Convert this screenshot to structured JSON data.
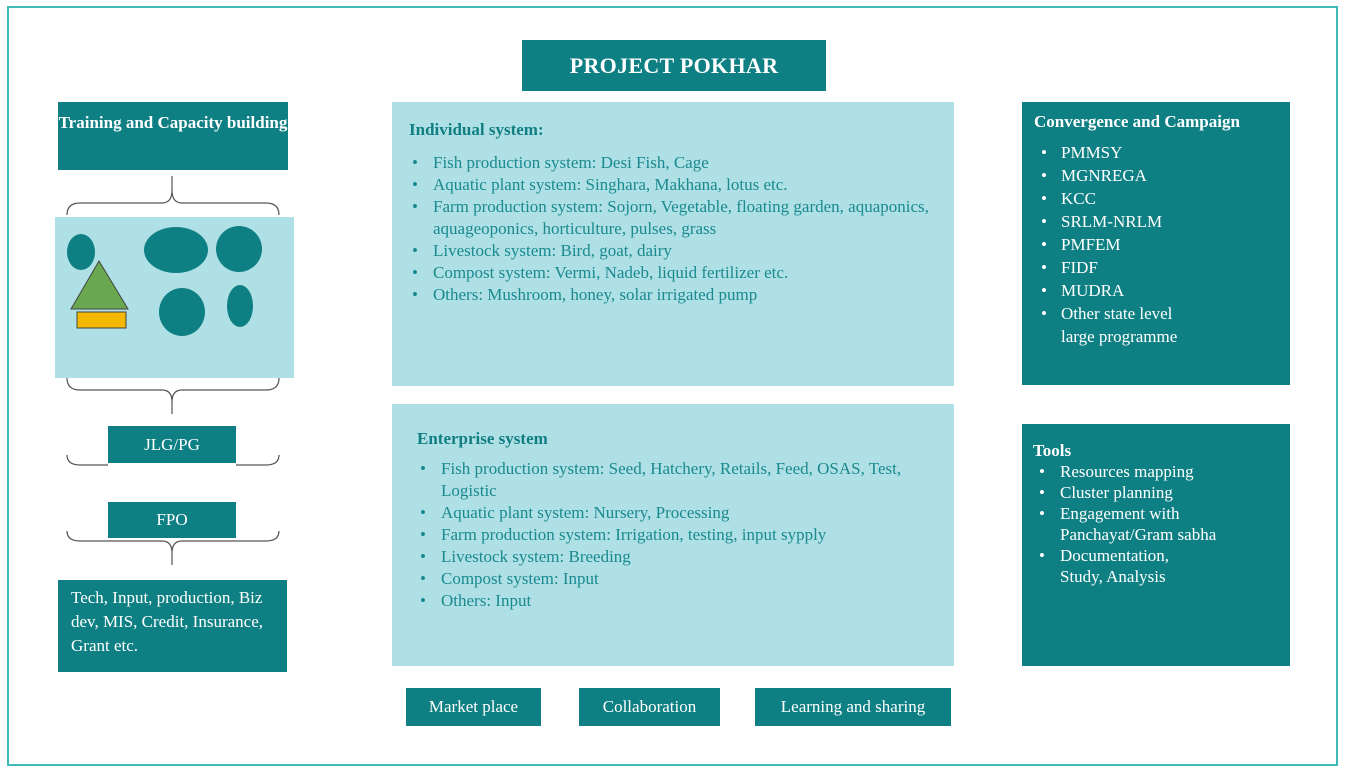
{
  "title": "PROJECT POKHAR",
  "left": {
    "training": "Training and Capacity building",
    "jlg": "JLG/PG",
    "fpo": "FPO",
    "services": "Tech, Input, production, Biz dev, MIS, Credit, Insurance, Grant etc."
  },
  "individual": {
    "heading": "Individual system:",
    "items": [
      "Fish production system: Desi Fish, Cage",
      "Aquatic plant system: Singhara, Makhana, lotus etc.",
      "Farm production system: Sojorn, Vegetable, floating garden, aquaponics, aquageoponics, horticulture, pulses, grass",
      "Livestock system: Bird, goat, dairy",
      "Compost system: Vermi, Nadeb, liquid fertilizer etc.",
      "Others: Mushroom, honey, solar irrigated pump"
    ]
  },
  "enterprise": {
    "heading": "Enterprise system",
    "items": [
      "Fish production system: Seed, Hatchery, Retails, Feed, OSAS, Test, Logistic",
      "Aquatic plant system: Nursery, Processing",
      "Farm production system: Irrigation, testing, input sypply",
      "Livestock system: Breeding",
      "Compost system: Input",
      "Others: Input"
    ]
  },
  "convergence": {
    "heading": "Convergence and Campaign",
    "items": [
      "PMMSY",
      "MGNREGA",
      "KCC",
      "SRLM-NRLM",
      "PMFEM",
      "FIDF",
      "MUDRA",
      "Other state level large programme"
    ]
  },
  "tools": {
    "heading": "Tools",
    "items": [
      "Resources mapping",
      "Cluster planning",
      "Engagement with Panchayat/Gram sabha",
      "Documentation, Study, Analysis"
    ]
  },
  "bottom": [
    "Market place",
    "Collaboration",
    "Learning and sharing"
  ],
  "colors": {
    "dark": "#0e7f83",
    "light": "#aee0e5",
    "green": "#6aa84f",
    "yellow": "#f5b800",
    "border": "#3fb8b8"
  }
}
